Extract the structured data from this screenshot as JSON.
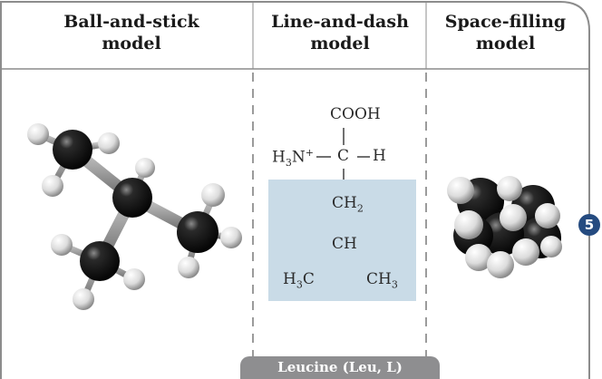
{
  "headers": {
    "ball_stick": [
      "Ball-and-stick",
      "model"
    ],
    "line_dash": [
      "Line-and-dash",
      "model"
    ],
    "space_filling": [
      "Space-filling",
      "model"
    ]
  },
  "structure": {
    "carboxyl": "COOH",
    "amine_prefix": "H",
    "amine_sub": "3",
    "amine_n": "N",
    "amine_charge": "+",
    "alpha_c": "C",
    "alpha_h": "H",
    "ch2": "CH",
    "ch2_sub": "2",
    "ch": "CH",
    "left_methyl": "H",
    "left_methyl_sub": "3",
    "left_methyl_c": "C",
    "right_methyl": "CH",
    "right_methyl_sub": "3"
  },
  "caption": "Leucine (Leu, L)",
  "badge": "5",
  "colors": {
    "shade": "#c9dbe7",
    "caption_bg": "#8e8e90",
    "badge_bg": "#254b80"
  }
}
